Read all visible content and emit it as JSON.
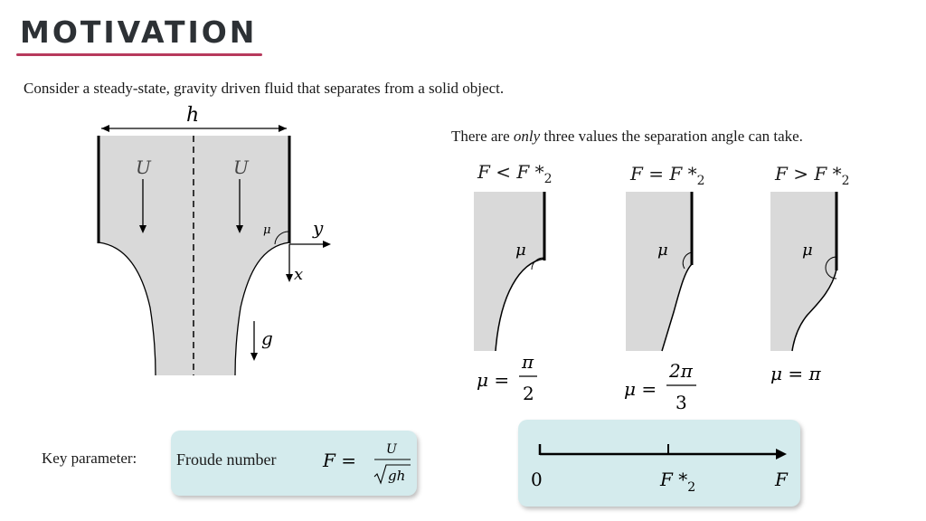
{
  "header": {
    "title": "MOTIVATION"
  },
  "intro": "Consider a steady-state, gravity driven fluid that separates from a solid object.",
  "values_statement": {
    "before": "There are ",
    "emphasis": "only",
    "after": " three values the separation angle can take."
  },
  "main_diagram": {
    "width_label": "h",
    "velocity_label": "U",
    "angle_label": "μ",
    "y_axis_label": "y",
    "x_axis_label": "x",
    "gravity_label": "g"
  },
  "cases": [
    {
      "condition": "F < F *",
      "condition_sub": "2",
      "angle_label": "μ",
      "result_lhs": "μ =",
      "result_num": "π",
      "result_den": "2"
    },
    {
      "condition": "F = F *",
      "condition_sub": "2",
      "angle_label": "μ",
      "result_lhs": "μ =",
      "result_num": "2π",
      "result_den": "3"
    },
    {
      "condition": "F > F *",
      "condition_sub": "2",
      "angle_label": "μ",
      "result": "μ = π"
    }
  ],
  "key_parameter": {
    "label": "Key parameter:",
    "name": "Froude number",
    "lhs": "F =",
    "numerator": "U",
    "denominator": "gh"
  },
  "number_line": {
    "start_label": "0",
    "mid_label": "F *",
    "mid_sub": "2",
    "end_label": "F"
  },
  "colors": {
    "fluid": "#d9d9d9",
    "box": "#d4ebed",
    "underline": "#b73a5c"
  }
}
